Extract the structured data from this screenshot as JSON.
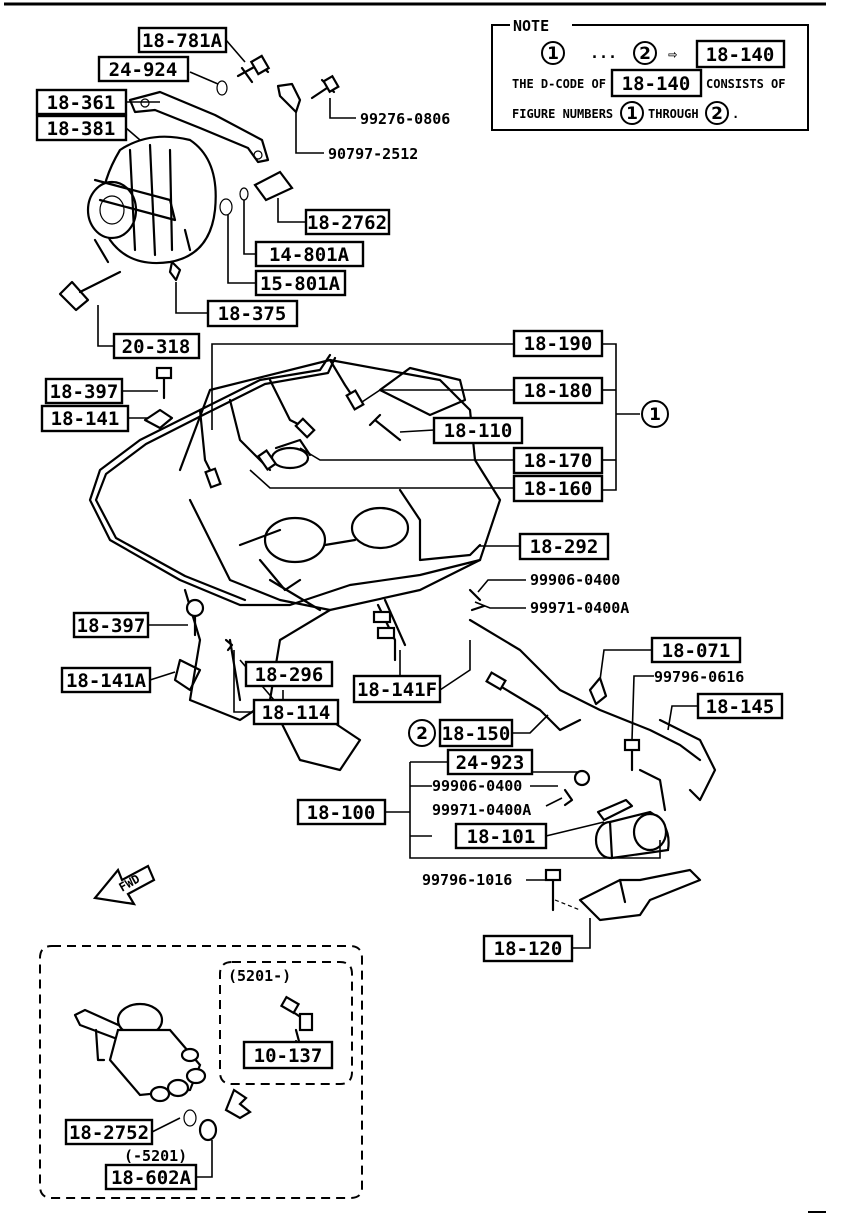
{
  "note": {
    "title": "NOTE",
    "range_start": "1",
    "ellipsis": "...",
    "range_end": "2",
    "arrow": "⇨",
    "code": "18-140",
    "line2_a": "THE D-CODE OF",
    "line2_code": "18-140",
    "line2_b": "CONSISTS OF",
    "line3_a": "FIGURE NUMBERS",
    "line3_n1": "1",
    "line3_b": "THROUGH",
    "line3_n2": "2",
    "line3_c": "."
  },
  "labels": {
    "l18_781A": "18-781A",
    "l24_924": "24-924",
    "l18_361": "18-361",
    "l18_381": "18-381",
    "p99276": "99276-0806",
    "p90797": "90797-2512",
    "l18_2762": "18-2762",
    "l14_801A": "14-801A",
    "l15_801A": "15-801A",
    "l18_375": "18-375",
    "l20_318": "20-318",
    "l18_190": "18-190",
    "l18_180": "18-180",
    "l18_110": "18-110",
    "l18_170": "18-170",
    "l18_160": "18-160",
    "group1": "1",
    "l18_397a": "18-397",
    "l18_141": "18-141",
    "l18_292": "18-292",
    "p99906a": "99906-0400",
    "p99971a": "99971-0400A",
    "l18_397b": "18-397",
    "l18_141A": "18-141A",
    "l18_296": "18-296",
    "l18_114": "18-114",
    "l18_141F": "18-141F",
    "l18_071": "18-071",
    "p99796_0616": "99796-0616",
    "l18_145": "18-145",
    "group2": "2",
    "l18_150": "18-150",
    "l24_923": "24-923",
    "p99906b": "99906-0400",
    "p99971b": "99971-0400A",
    "l18_100": "18-100",
    "l18_101": "18-101",
    "p99796_1016": "99796-1016",
    "l18_120": "18-120",
    "fwd": "FWD",
    "inset_serial_new": "(5201-)",
    "l10_137": "10-137",
    "l18_2752": "18-2752",
    "inset_serial_old": "(-5201)",
    "l18_602A": "18-602A"
  }
}
